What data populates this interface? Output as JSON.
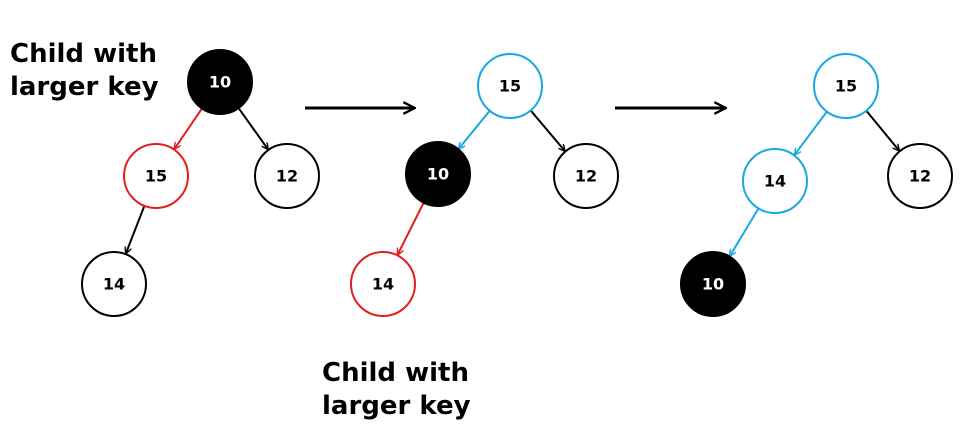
{
  "captions": [
    {
      "line1": "Child with",
      "line2": "larger key"
    },
    {
      "line1": "Child with",
      "line2": "larger key"
    }
  ],
  "colors": {
    "black": "#000000",
    "red": "#e41d1d",
    "blue": "#1aa8e0",
    "white": "#ffffff"
  },
  "trees": [
    {
      "nodes": [
        {
          "id": "t1-n10",
          "label": "10",
          "style": "filled"
        },
        {
          "id": "t1-n15",
          "label": "15",
          "style": "red"
        },
        {
          "id": "t1-n12",
          "label": "12",
          "style": "black"
        },
        {
          "id": "t1-n14",
          "label": "14",
          "style": "black"
        }
      ],
      "edges": [
        {
          "from": "t1-n10",
          "to": "t1-n15",
          "style": "red"
        },
        {
          "from": "t1-n10",
          "to": "t1-n12",
          "style": "black"
        },
        {
          "from": "t1-n15",
          "to": "t1-n14",
          "style": "black"
        }
      ]
    },
    {
      "nodes": [
        {
          "id": "t2-n15",
          "label": "15",
          "style": "blue"
        },
        {
          "id": "t2-n10",
          "label": "10",
          "style": "filled"
        },
        {
          "id": "t2-n12",
          "label": "12",
          "style": "black"
        },
        {
          "id": "t2-n14",
          "label": "14",
          "style": "red"
        }
      ],
      "edges": [
        {
          "from": "t2-n15",
          "to": "t2-n10",
          "style": "blue"
        },
        {
          "from": "t2-n15",
          "to": "t2-n12",
          "style": "black"
        },
        {
          "from": "t2-n10",
          "to": "t2-n14",
          "style": "red"
        }
      ]
    },
    {
      "nodes": [
        {
          "id": "t3-n15",
          "label": "15",
          "style": "blue"
        },
        {
          "id": "t3-n14",
          "label": "14",
          "style": "blue"
        },
        {
          "id": "t3-n12",
          "label": "12",
          "style": "black"
        },
        {
          "id": "t3-n10",
          "label": "10",
          "style": "filled"
        }
      ],
      "edges": [
        {
          "from": "t3-n15",
          "to": "t3-n14",
          "style": "blue"
        },
        {
          "from": "t3-n15",
          "to": "t3-n12",
          "style": "black"
        },
        {
          "from": "t3-n14",
          "to": "t3-n10",
          "style": "blue"
        }
      ]
    }
  ],
  "transitions": [
    {
      "from_tree": 1,
      "to_tree": 2
    },
    {
      "from_tree": 2,
      "to_tree": 3
    }
  ]
}
